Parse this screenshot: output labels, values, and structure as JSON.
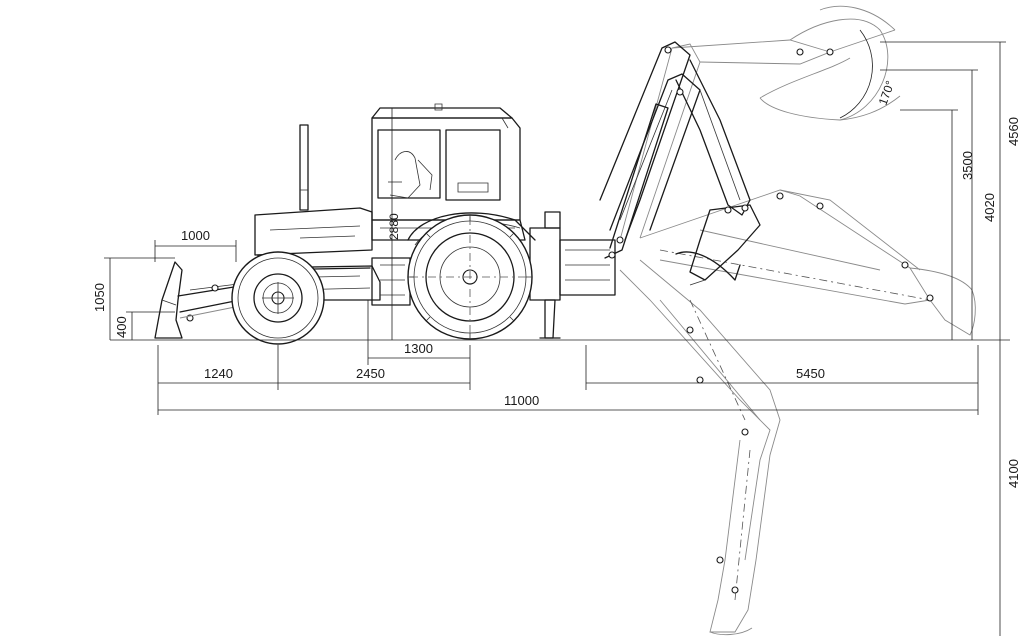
{
  "drawing": {
    "dimensions": {
      "blade_width": "1000",
      "blade_height": "1050",
      "blade_lift": "400",
      "front_overhang": "1240",
      "wheelbase": "2450",
      "rear_track_offset": "1300",
      "backhoe_reach": "5450",
      "overall_length": "11000",
      "cab_height": "2880",
      "bucket_rotation": "170°",
      "dump_height": "3500",
      "dig_height_inner": "4020",
      "max_height": "4560",
      "dig_depth": "4100"
    }
  }
}
